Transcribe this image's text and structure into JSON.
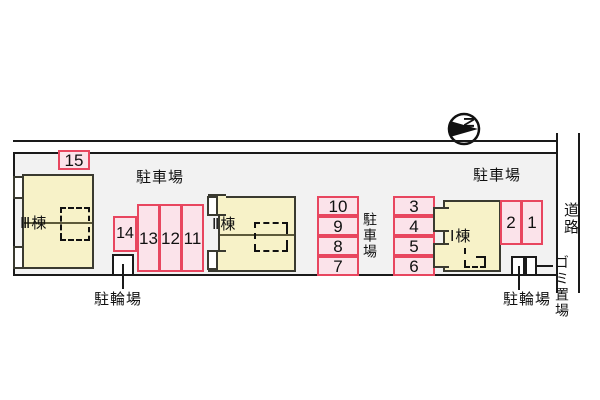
{
  "map": {
    "title": "apartment-site-plan",
    "colors": {
      "stall_fill": "#fbe3ea",
      "stall_border": "#e8465f",
      "building_fill": "#f7f2c8",
      "building_border": "#3a3a30",
      "site_fill": "#f2f2f2",
      "outline": "#1a1a1a"
    },
    "compass": {
      "north_label": "N",
      "icon": "north-arrow-icon"
    },
    "buildings": [
      {
        "id": "bldg-3",
        "label": "Ⅲ棟"
      },
      {
        "id": "bldg-2",
        "label": "Ⅱ棟"
      },
      {
        "id": "bldg-1",
        "label": "Ⅰ棟"
      }
    ],
    "parking_labels": [
      {
        "id": "parking-label-left",
        "text": "駐車場"
      },
      {
        "id": "parking-label-center",
        "text": "駐車場"
      },
      {
        "id": "parking-label-right",
        "text": "駐車場"
      }
    ],
    "stalls": {
      "west_row": [
        "14",
        "13",
        "12",
        "11"
      ],
      "north_single": [
        "15"
      ],
      "center_left_column": [
        "10",
        "9",
        "8",
        "7"
      ],
      "center_right_column": [
        "3",
        "4",
        "5",
        "6"
      ],
      "east_pair": [
        "2",
        "1"
      ]
    },
    "facilities": [
      {
        "id": "bicycle-parking-west",
        "label": "駐輪場"
      },
      {
        "id": "bicycle-parking-east",
        "label": "駐輪場"
      },
      {
        "id": "garbage-area",
        "label": "ゴミ置場"
      }
    ],
    "road": {
      "label": "道路"
    }
  }
}
